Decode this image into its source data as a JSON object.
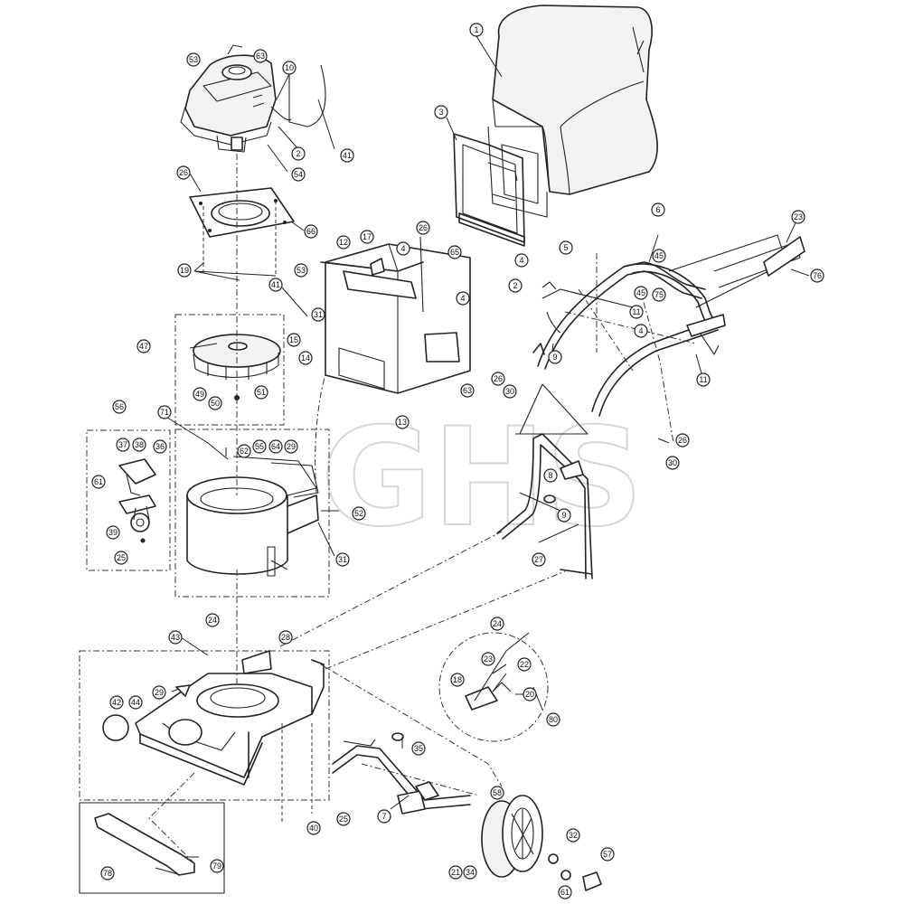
{
  "watermark": "GHS",
  "callouts": [
    {
      "id": "c1",
      "label": "1"
    },
    {
      "id": "c3",
      "label": "3"
    },
    {
      "id": "c53a",
      "label": "53"
    },
    {
      "id": "c63a",
      "label": "63"
    },
    {
      "id": "c10",
      "label": "10"
    },
    {
      "id": "c2a",
      "label": "2"
    },
    {
      "id": "c54",
      "label": "54"
    },
    {
      "id": "c41a",
      "label": "41"
    },
    {
      "id": "c26a",
      "label": "26"
    },
    {
      "id": "c66",
      "label": "66"
    },
    {
      "id": "c19",
      "label": "19"
    },
    {
      "id": "c53b",
      "label": "53"
    },
    {
      "id": "c41b",
      "label": "41"
    },
    {
      "id": "c12",
      "label": "12"
    },
    {
      "id": "c17",
      "label": "17"
    },
    {
      "id": "c4a",
      "label": "4"
    },
    {
      "id": "c26b",
      "label": "26"
    },
    {
      "id": "c65",
      "label": "65"
    },
    {
      "id": "c4b",
      "label": "4"
    },
    {
      "id": "c31a",
      "label": "31"
    },
    {
      "id": "c15",
      "label": "15"
    },
    {
      "id": "c14",
      "label": "14"
    },
    {
      "id": "c63b",
      "label": "63"
    },
    {
      "id": "c13",
      "label": "13"
    },
    {
      "id": "c47",
      "label": "47"
    },
    {
      "id": "c49",
      "label": "49"
    },
    {
      "id": "c50",
      "label": "50"
    },
    {
      "id": "c51",
      "label": "51"
    },
    {
      "id": "c71",
      "label": "71"
    },
    {
      "id": "c56",
      "label": "56"
    },
    {
      "id": "c37",
      "label": "37"
    },
    {
      "id": "c38",
      "label": "38"
    },
    {
      "id": "c36",
      "label": "36"
    },
    {
      "id": "c61a",
      "label": "61"
    },
    {
      "id": "c39",
      "label": "39"
    },
    {
      "id": "c25a",
      "label": "25"
    },
    {
      "id": "c62",
      "label": "62"
    },
    {
      "id": "c55",
      "label": "55"
    },
    {
      "id": "c64",
      "label": "64"
    },
    {
      "id": "c29a",
      "label": "29"
    },
    {
      "id": "c52",
      "label": "52"
    },
    {
      "id": "c31b",
      "label": "31"
    },
    {
      "id": "c24a",
      "label": "24"
    },
    {
      "id": "c28",
      "label": "28"
    },
    {
      "id": "c43",
      "label": "43"
    },
    {
      "id": "c29b",
      "label": "29"
    },
    {
      "id": "c42",
      "label": "42"
    },
    {
      "id": "c44",
      "label": "44"
    },
    {
      "id": "c25b",
      "label": "25"
    },
    {
      "id": "c40",
      "label": "40"
    },
    {
      "id": "c35",
      "label": "35"
    },
    {
      "id": "c7",
      "label": "7"
    },
    {
      "id": "c58",
      "label": "58"
    },
    {
      "id": "c21",
      "label": "21"
    },
    {
      "id": "c34",
      "label": "34"
    },
    {
      "id": "c32",
      "label": "32"
    },
    {
      "id": "c61b",
      "label": "61"
    },
    {
      "id": "c57",
      "label": "57"
    },
    {
      "id": "c79",
      "label": "79"
    },
    {
      "id": "c78",
      "label": "78"
    },
    {
      "id": "c24b",
      "label": "24"
    },
    {
      "id": "c23a",
      "label": "23"
    },
    {
      "id": "c22",
      "label": "22"
    },
    {
      "id": "c18",
      "label": "18"
    },
    {
      "id": "c20",
      "label": "20"
    },
    {
      "id": "c80",
      "label": "80"
    },
    {
      "id": "c27",
      "label": "27"
    },
    {
      "id": "c8",
      "label": "8"
    },
    {
      "id": "c9a",
      "label": "9"
    },
    {
      "id": "c26c",
      "label": "26"
    },
    {
      "id": "c30a",
      "label": "30"
    },
    {
      "id": "c26d",
      "label": "26"
    },
    {
      "id": "c30b",
      "label": "30"
    },
    {
      "id": "c9b",
      "label": "9"
    },
    {
      "id": "c4c",
      "label": "4"
    },
    {
      "id": "c2b",
      "label": "2"
    },
    {
      "id": "c5",
      "label": "5"
    },
    {
      "id": "c6",
      "label": "6"
    },
    {
      "id": "c45a",
      "label": "45"
    },
    {
      "id": "c45b",
      "label": "45"
    },
    {
      "id": "c75",
      "label": "75"
    },
    {
      "id": "c11a",
      "label": "11"
    },
    {
      "id": "c4d",
      "label": "4"
    },
    {
      "id": "c11b",
      "label": "11"
    },
    {
      "id": "c23b",
      "label": "23"
    },
    {
      "id": "c76",
      "label": "76"
    }
  ]
}
